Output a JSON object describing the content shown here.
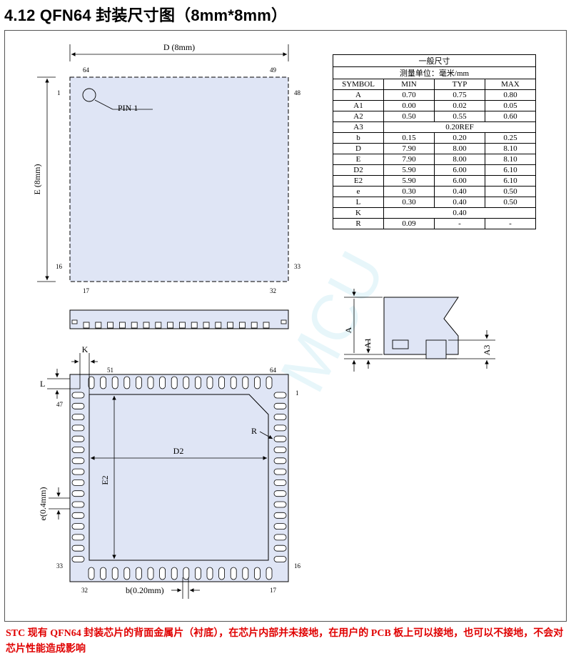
{
  "heading": "4.12 QFN64 封装尺寸图（8mm*8mm）",
  "top_view": {
    "d_label": "D (8mm)",
    "e_label": "E (8mm)",
    "pin1_label": "PIN 1",
    "pin_numbers": {
      "tl_top": "64",
      "tr_top": "49",
      "tl_left": "1",
      "bl_left": "16",
      "tr_right": "48",
      "br_right": "33",
      "bl_bottom": "17",
      "br_bottom": "32"
    }
  },
  "side_view": {
    "a_label": "A",
    "a1_label": "A1",
    "a3_label": "A3"
  },
  "bottom_view": {
    "k_label": "K",
    "l_label": "L",
    "d2_label": "D2",
    "e2_label": "E2",
    "r_label": "R",
    "e_pitch_label": "e(0.4mm)",
    "b_label": "b(0.20mm)",
    "pin_numbers": {
      "top_left": "51",
      "top_right": "64",
      "right_top": "1",
      "left_top": "47",
      "left_bottom": "33",
      "right_bottom": "16",
      "bottom_left": "32",
      "bottom_right": "17"
    }
  },
  "table": {
    "title": "一般尺寸",
    "unit": "测量单位：毫米/mm",
    "headers": [
      "SYMBOL",
      "MIN",
      "TYP",
      "MAX"
    ],
    "rows": [
      [
        "A",
        "0.70",
        "0.75",
        "0.80"
      ],
      [
        "A1",
        "0.00",
        "0.02",
        "0.05"
      ],
      [
        "A2",
        "0.50",
        "0.55",
        "0.60"
      ],
      [
        "A3",
        "0.20REF"
      ],
      [
        "b",
        "0.15",
        "0.20",
        "0.25"
      ],
      [
        "D",
        "7.90",
        "8.00",
        "8.10"
      ],
      [
        "E",
        "7.90",
        "8.00",
        "8.10"
      ],
      [
        "D2",
        "5.90",
        "6.00",
        "6.10"
      ],
      [
        "E2",
        "5.90",
        "6.00",
        "6.10"
      ],
      [
        "e",
        "0.30",
        "0.40",
        "0.50"
      ],
      [
        "L",
        "0.30",
        "0.40",
        "0.50"
      ],
      [
        "K",
        "0.40"
      ],
      [
        "R",
        "0.09",
        "-",
        "-"
      ]
    ]
  },
  "note": "STC 现有 QFN64 封装芯片的背面金属片（衬底），在芯片内部并未接地，在用户的 PCB 板上可以接地，也可以不接地，不会对芯片性能造成影响",
  "colors": {
    "package_fill": "#dfe5f5",
    "note_color": "#e00000"
  }
}
